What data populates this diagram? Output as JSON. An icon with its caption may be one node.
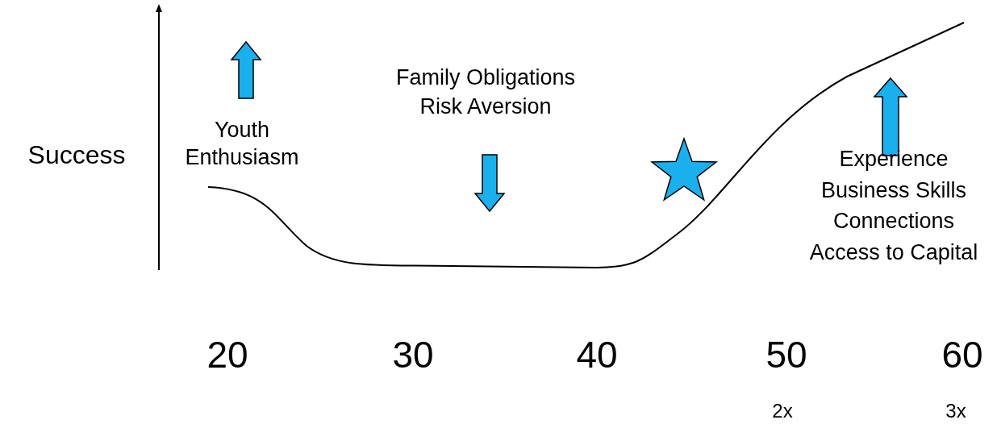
{
  "diagram": {
    "labels": [
      "Success",
      "Youth Enthusiasm",
      "Family Obligations",
      "Risk Aversion",
      "Experience",
      "Business Skills",
      "Connections",
      "Access to Capital",
      "20",
      "30",
      "40",
      "50",
      "60",
      "2x",
      "3x"
    ]
  }
}
